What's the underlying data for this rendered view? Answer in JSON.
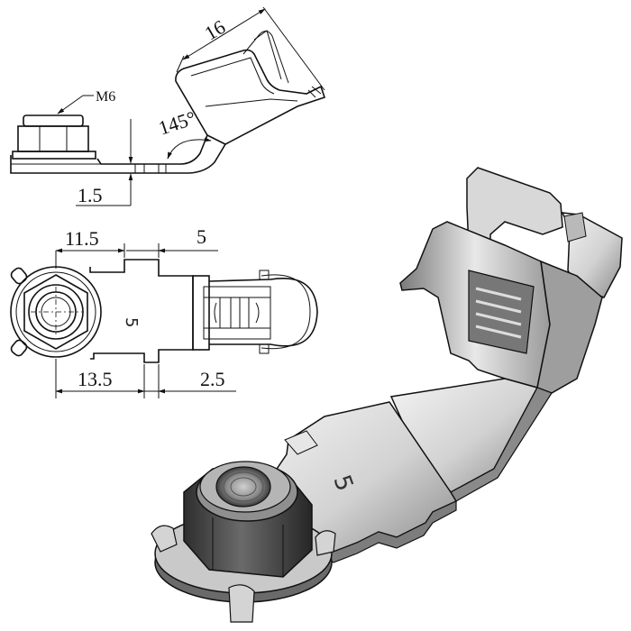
{
  "drawing": {
    "side_view": {
      "thread_callout": "M6",
      "length_dim": "16",
      "angle_dim": "145°",
      "thickness_dim": "1.5"
    },
    "top_view": {
      "dim_top_left": "11.5",
      "dim_top_right": "5",
      "dim_bottom_left": "13.5",
      "dim_bottom_right": "2.5",
      "part_mark": "5"
    },
    "iso_view": {
      "part_mark": "5"
    }
  },
  "colors": {
    "line": "#111111",
    "metal_light": "#ededed",
    "metal_mid": "#bdbdbd",
    "metal_dark": "#6e6e6e",
    "nut_dark": "#3a3a3a"
  }
}
